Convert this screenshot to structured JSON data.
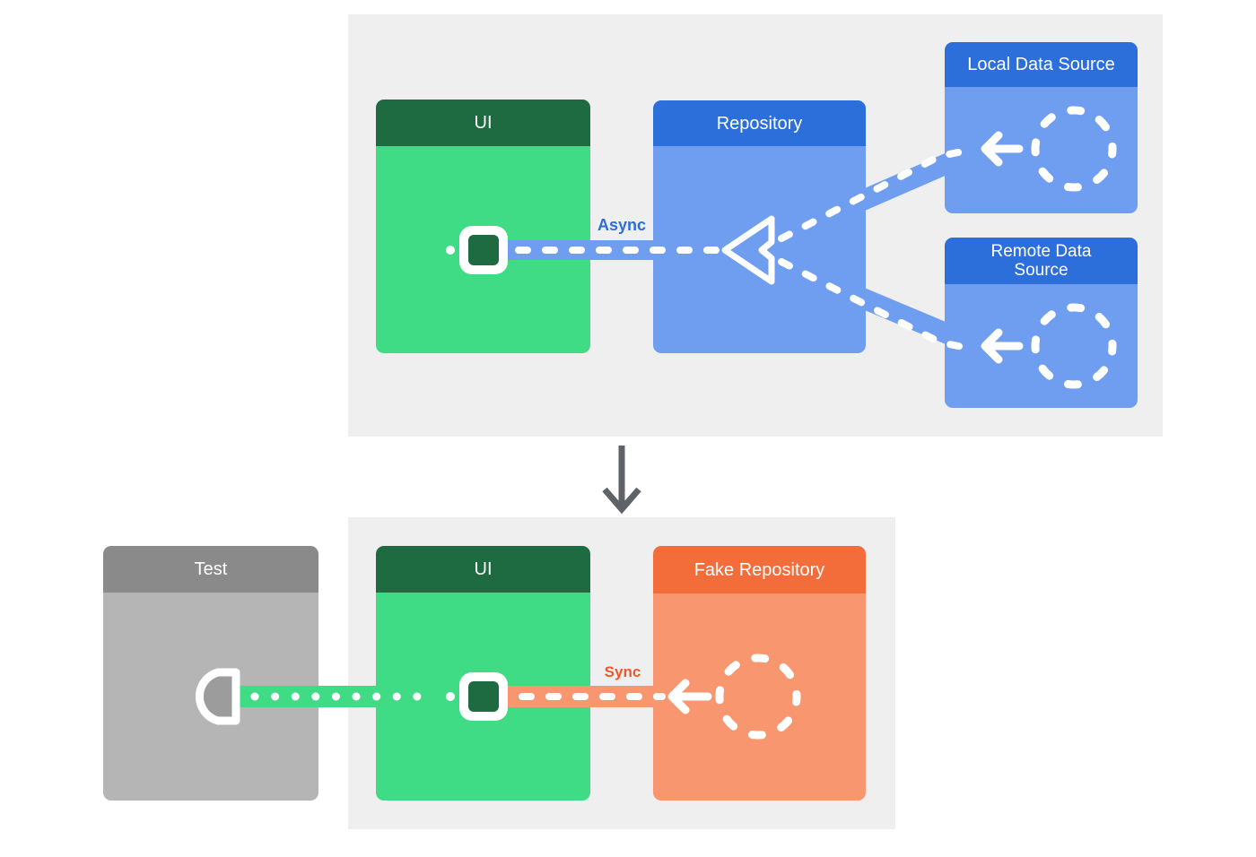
{
  "production_diagram": {
    "ui": {
      "label": "UI"
    },
    "repository": {
      "label": "Repository"
    },
    "local_data_source": {
      "label": "Local Data Source"
    },
    "remote_data_source": {
      "label": "Remote Data Source"
    },
    "async_label": "Async"
  },
  "test_diagram": {
    "test": {
      "label": "Test"
    },
    "ui": {
      "label": "UI"
    },
    "fake_repository": {
      "label": "Fake Repository"
    },
    "sync_label": "Sync"
  },
  "icons": {
    "down_arrow": "down-arrow-icon",
    "merge_triangle": "merge-triangle-icon",
    "dashed_circle": "dashed-circle-icon",
    "left_arrow": "arrow-left-icon",
    "connector_square": "connector-square-icon",
    "test_socket": "socket-icon"
  },
  "colors": {
    "page_background": "#FFFFFF",
    "panel_background": "#EFEFEF",
    "green_header": "#1E6B41",
    "green_body": "#3FDC85",
    "blue_header": "#2C6FDB",
    "blue_body": "#6F9EF0",
    "orange_header": "#F36D3A",
    "orange_body": "#F8976F",
    "gray_header": "#8A8A8A",
    "gray_body": "#B5B5B5",
    "socket_fill": "#9C9C9C",
    "async_text": "#2B6FDB",
    "sync_text": "#F2572B",
    "flow_arrow_gray": "#5F6368",
    "connector_white": "#FFFFFF"
  }
}
